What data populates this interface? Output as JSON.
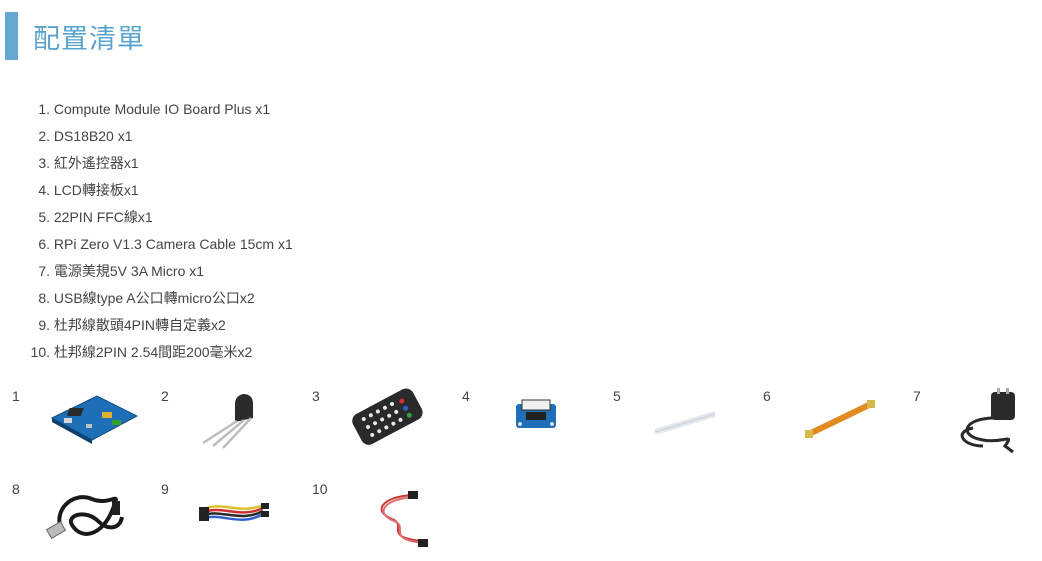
{
  "header": {
    "title": "配置清單"
  },
  "items": [
    {
      "num": "1.",
      "text": "Compute Module IO Board Plus x1"
    },
    {
      "num": "2.",
      "text": "DS18B20 x1"
    },
    {
      "num": "3.",
      "text": "紅外遙控器x1"
    },
    {
      "num": "4.",
      "text": "LCD轉接板x1"
    },
    {
      "num": "5.",
      "text": "22PIN FFC線x1"
    },
    {
      "num": "6.",
      "text": "RPi Zero V1.3 Camera Cable 15cm x1"
    },
    {
      "num": "7.",
      "text": "電源美規5V 3A Micro x1"
    },
    {
      "num": "8.",
      "text": "USB線type A公口轉micro公口x2"
    },
    {
      "num": "9.",
      "text": "杜邦線散頭4PIN轉自定義x2"
    },
    {
      "num": "10.",
      "text": "杜邦線2PIN 2.54間距200毫米x2"
    }
  ],
  "thumbnails": [
    {
      "label": "1",
      "icon": "io-board-icon"
    },
    {
      "label": "2",
      "icon": "temperature-sensor-icon"
    },
    {
      "label": "3",
      "icon": "ir-remote-icon"
    },
    {
      "label": "4",
      "icon": "lcd-adapter-icon"
    },
    {
      "label": "5",
      "icon": "ffc-cable-icon"
    },
    {
      "label": "6",
      "icon": "camera-cable-icon"
    },
    {
      "label": "7",
      "icon": "power-adapter-icon"
    },
    {
      "label": "8",
      "icon": "usb-cable-icon"
    },
    {
      "label": "9",
      "icon": "dupont-4pin-cable-icon"
    },
    {
      "label": "10",
      "icon": "dupont-2pin-cable-icon"
    }
  ]
}
